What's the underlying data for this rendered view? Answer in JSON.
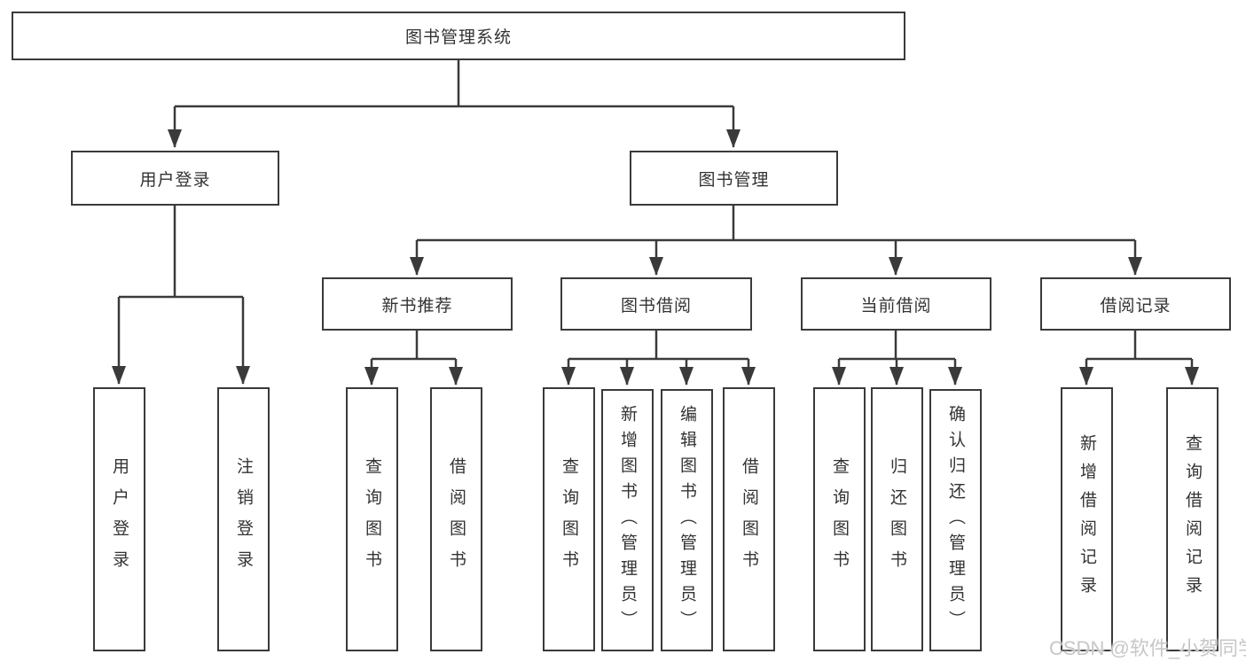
{
  "diagram_title": "图书管理系统",
  "colors": {
    "line": "#3a3a3a",
    "box_border": "#3a3a3a",
    "text": "#333333",
    "background": "#ffffff",
    "watermark": "#c7c7c7"
  },
  "watermark": "CSDN @软件_小贺同学",
  "nodes": {
    "root": {
      "label": "图书管理系统"
    },
    "user_login": {
      "label": "用户登录"
    },
    "book_mgmt": {
      "label": "图书管理"
    },
    "new_book_rec": {
      "label": "新书推荐"
    },
    "book_borrow": {
      "label": "图书借阅"
    },
    "current_borrow": {
      "label": "当前借阅"
    },
    "borrow_record": {
      "label": "借阅记录"
    },
    "leaf_user_login": {
      "label": "用户登录"
    },
    "leaf_logout": {
      "label": "注销登录"
    },
    "nbr_query_book": {
      "label": "查询图书"
    },
    "nbr_borrow_book": {
      "label": "借阅图书"
    },
    "bb_query_book": {
      "label": "查询图书"
    },
    "bb_add_book": {
      "label": "新增图书（管理员）"
    },
    "bb_edit_book": {
      "label": "编辑图书（管理员）"
    },
    "bb_borrow_book": {
      "label": "借阅图书"
    },
    "cb_query_book": {
      "label": "查询图书"
    },
    "cb_return_book": {
      "label": "归还图书"
    },
    "cb_confirm_return": {
      "label": "确认归还（管理员）"
    },
    "br_add_record": {
      "label": "新增借阅记录"
    },
    "br_query_record": {
      "label": "查询借阅记录"
    }
  },
  "hierarchy": {
    "图书管理系统": {
      "用户登录": [
        "用户登录",
        "注销登录"
      ],
      "图书管理": {
        "新书推荐": [
          "查询图书",
          "借阅图书"
        ],
        "图书借阅": [
          "查询图书",
          "新增图书（管理员）",
          "编辑图书（管理员）",
          "借阅图书"
        ],
        "当前借阅": [
          "查询图书",
          "归还图书",
          "确认归还（管理员）"
        ],
        "借阅记录": [
          "新增借阅记录",
          "查询借阅记录"
        ]
      }
    }
  }
}
